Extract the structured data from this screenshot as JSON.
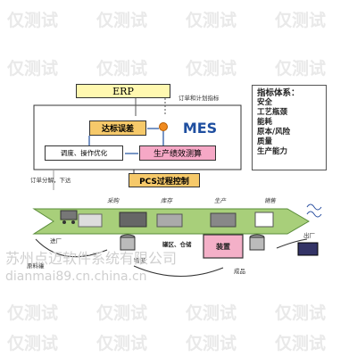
{
  "watermark": {
    "text": "仅测试"
  },
  "diagram": {
    "erp": "ERP",
    "order_note": "订单和计划指标",
    "target_error": "达标误差",
    "mes": "MES",
    "adjust_optimize": "调度、操作优化",
    "production_efficiency": "生产绩效测算",
    "order_dispatch": "订单分解，下达",
    "pcs": "PCS过程控制",
    "flow_labels": [
      "采购",
      "库存",
      "生产",
      "销售"
    ],
    "incoming": "进厂",
    "logistics": "物流",
    "tank_area": "罐区、仓储",
    "device": "装置",
    "finished": "成品",
    "outgoing": "出厂",
    "raw_storage": "原料罐"
  },
  "indicators": {
    "title": "指标体系：",
    "items": [
      "安全",
      "工艺瓶颈",
      "能耗",
      "原本/风险",
      "质量",
      "生产能力"
    ]
  },
  "caption": {
    "company": "苏州点迈软件系统有限公司",
    "url": "dianmai89.cn.china.cn"
  }
}
